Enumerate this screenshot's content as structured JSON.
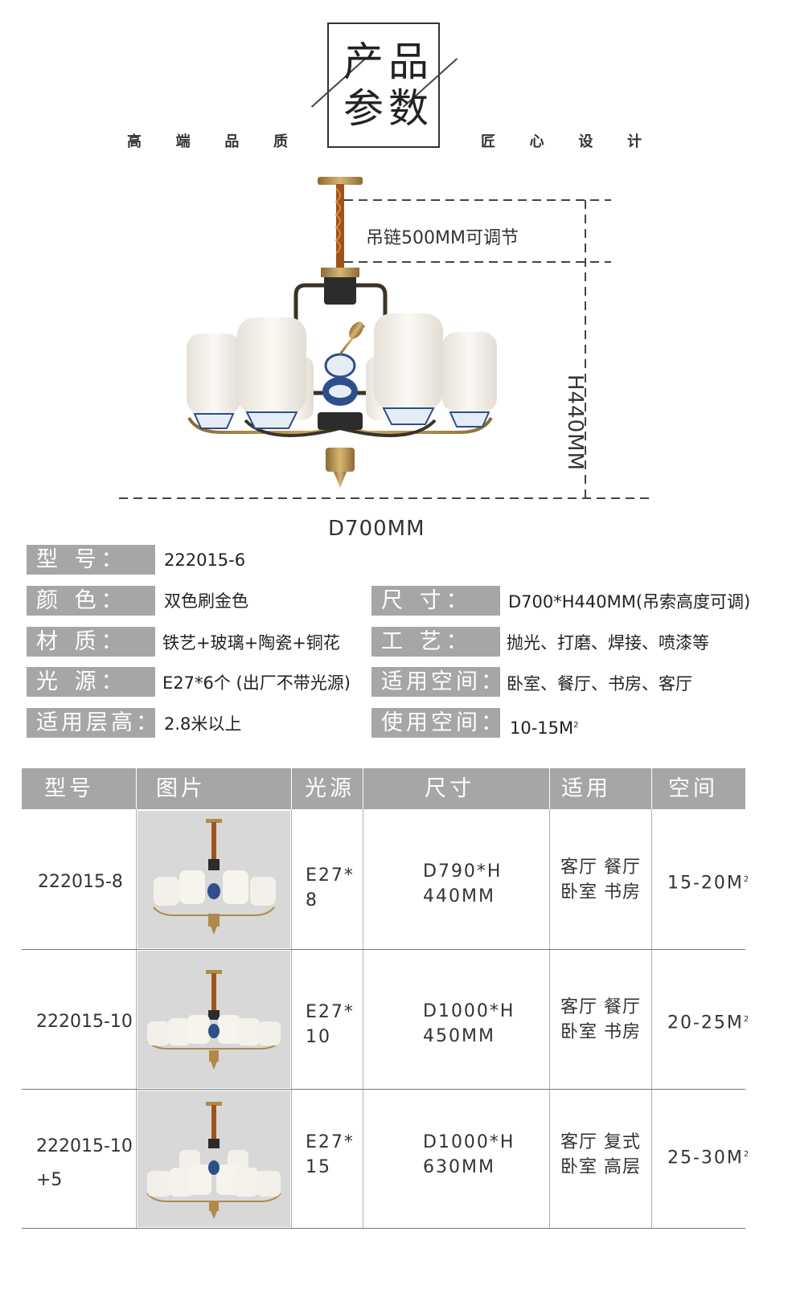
{
  "header": {
    "title_chars": [
      "产",
      "品",
      "参",
      "数"
    ],
    "tagline_left": [
      "高",
      "端",
      "品",
      "质"
    ],
    "tagline_right": [
      "匠",
      "心",
      "设",
      "计"
    ]
  },
  "figure": {
    "chain_label": "吊链500MM可调节",
    "height_label": "H440MM",
    "diameter_label": "D700MM"
  },
  "specs": {
    "model_label": "型 号：",
    "model_value": "222015-6",
    "color_label": "颜 色：",
    "color_value": "双色刷金色",
    "size_label": "尺 寸：",
    "size_value": "D700*H440MM(吊索高度可调)",
    "material_label": "材 质：",
    "material_value": "铁艺+玻璃+陶瓷+铜花",
    "craft_label": "工 艺：",
    "craft_value": "抛光、打磨、焊接、喷漆等",
    "light_label": "光 源：",
    "light_value": "E27*6个 (出厂不带光源)",
    "space_label": "适用空间：",
    "space_value": "卧室、餐厅、书房、客厅",
    "floor_label": "适用层高：",
    "floor_value": "2.8米以上",
    "area_label": "使用空间：",
    "area_value": "10-15M",
    "area_sup": "2"
  },
  "table": {
    "headers": [
      "型号",
      "图片",
      "光源",
      "尺寸",
      "适用",
      "空间"
    ],
    "rows": [
      {
        "model": "222015-8",
        "light": "E27*\n8",
        "size": "D790*H\n440MM",
        "use": "客厅 餐厅\n卧室 书房",
        "space": "15-20M",
        "sup": "2"
      },
      {
        "model": "222015-10",
        "light": "E27*\n10",
        "size": "D1000*H\n450MM",
        "use": "客厅 餐厅\n卧室 书房",
        "space": "20-25M",
        "sup": "2"
      },
      {
        "model": "222015-10\n+5",
        "light": "E27*\n15",
        "size": "D1000*H\n630MM",
        "use": "客厅 复式\n卧室 高层",
        "space": "25-30M",
        "sup": "2"
      }
    ]
  },
  "colors": {
    "label_bg": "#a6a6a6",
    "gold": "#b08a4a",
    "shade": "#f3f0ea",
    "porcelain_blue": "#2e4f8a"
  }
}
